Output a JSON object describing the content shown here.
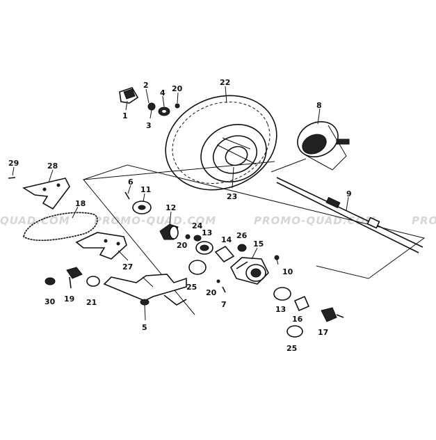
{
  "watermark": {
    "left": "QUAD.COM",
    "center_left": "PROMO-QUAD.COM",
    "center_right": "PROMO-QUAD.COM",
    "right": "PRO"
  },
  "callouts": {
    "c1": "1",
    "c2": "2",
    "c3": "3",
    "c4": "4",
    "c5": "5",
    "c6": "6",
    "c7": "7",
    "c8": "8",
    "c9": "9",
    "c10": "10",
    "c11": "11",
    "c12": "12",
    "c13a": "13",
    "c13b": "13",
    "c14": "14",
    "c15": "15",
    "c16": "16",
    "c17": "17",
    "c18": "18",
    "c19": "19",
    "c20a": "20",
    "c20b": "20",
    "c20c": "20",
    "c21": "21",
    "c22": "22",
    "c23": "23",
    "c24": "24",
    "c25a": "25",
    "c25b": "25",
    "c26": "26",
    "c27": "27",
    "c28": "28",
    "c29": "29",
    "c30": "30"
  }
}
